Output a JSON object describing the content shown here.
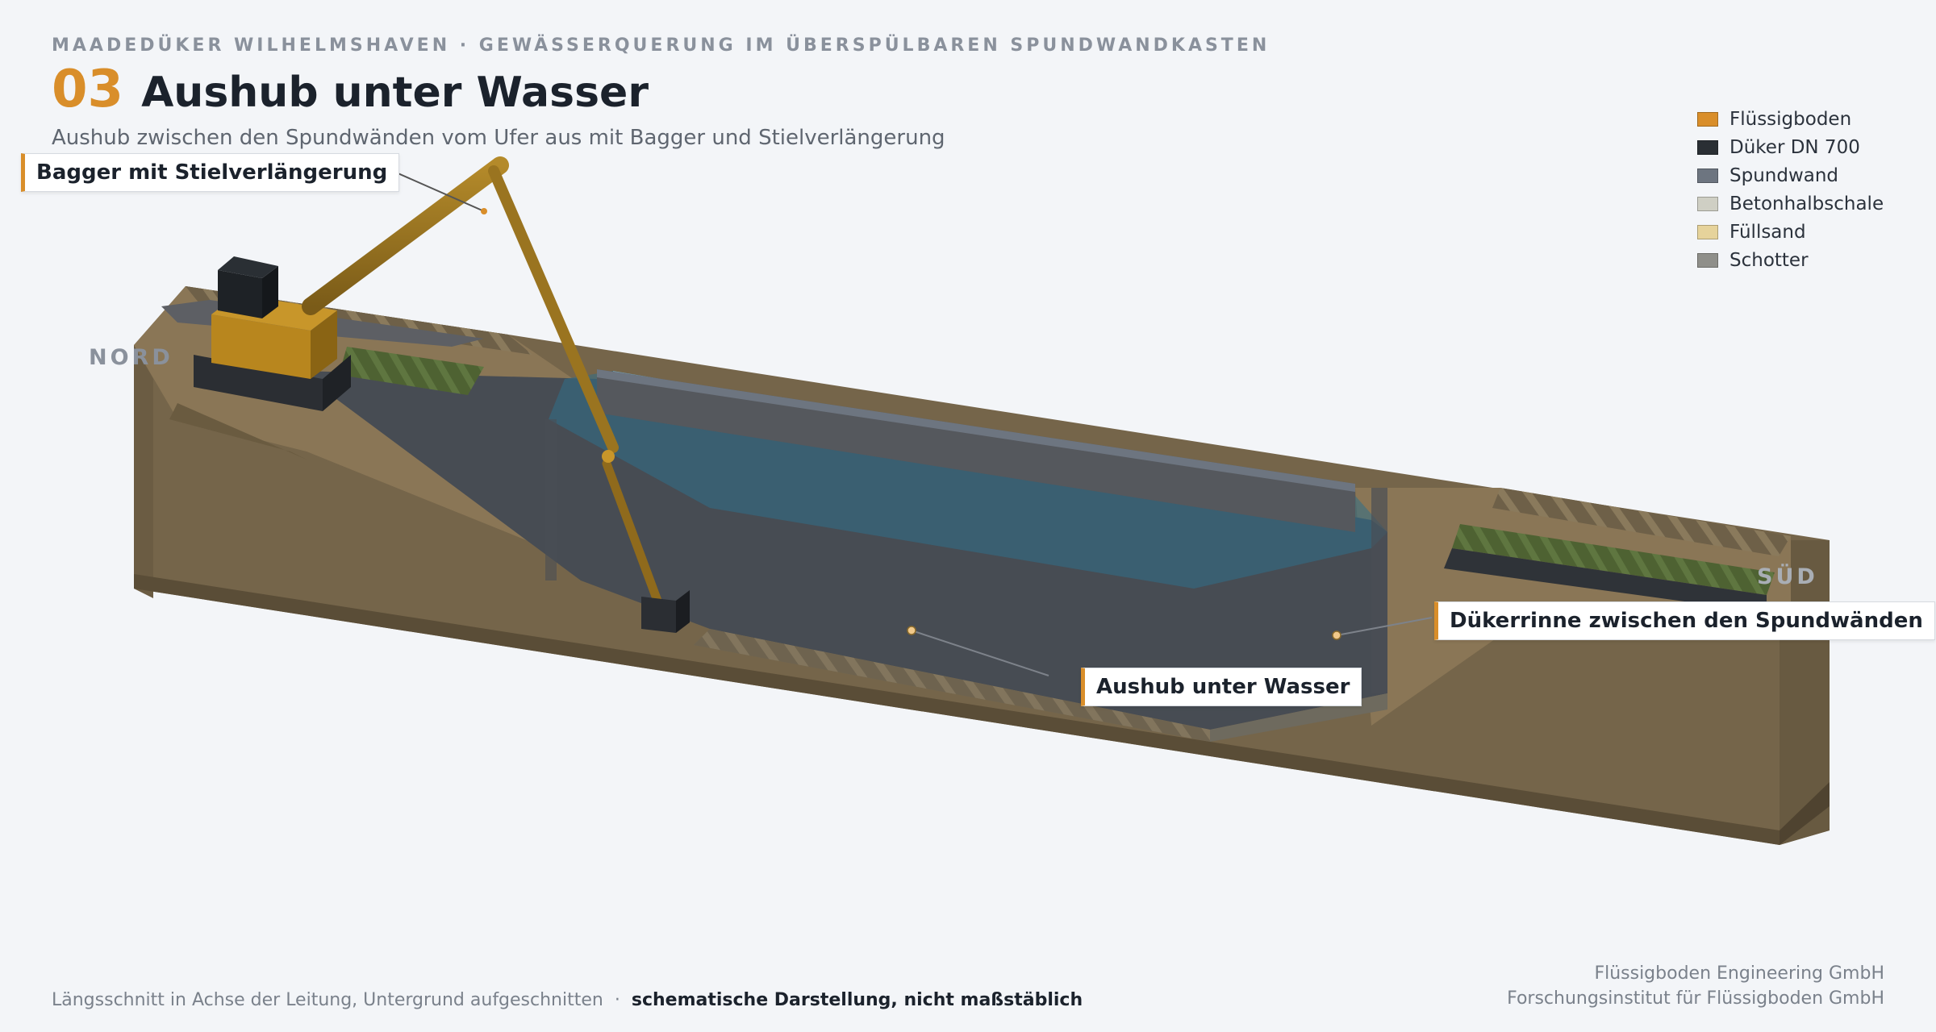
{
  "header": {
    "kicker": "MAADEDÜKER WILHELMSHAVEN  ·  GEWÄSSERQUERUNG IM ÜBERSPÜLBAREN SPUNDWANDKASTEN",
    "step_number": "03",
    "title": "Aushub unter Wasser",
    "subtitle": "Aushub zwischen den Spundwänden vom Ufer aus mit Bagger und Stielverlängerung"
  },
  "legend": {
    "items": [
      {
        "label": "Flüssigboden",
        "color": "#d98e2a"
      },
      {
        "label": "Düker DN 700",
        "color": "#2a2f34"
      },
      {
        "label": "Spundwand",
        "color": "#6d7580"
      },
      {
        "label": "Betonhalbschale",
        "color": "#cfcfc4"
      },
      {
        "label": "Füllsand",
        "color": "#e6d39b"
      },
      {
        "label": "Schotter",
        "color": "#8f8f8a"
      }
    ]
  },
  "callouts": {
    "excavator": "Bagger mit Stielverlängerung",
    "excavation": "Aushub unter Wasser",
    "trench": "Dükerrinne zwischen den Spundwänden"
  },
  "directions": {
    "north": "NORD",
    "south": "SÜD"
  },
  "footer": {
    "note": "Längsschnitt in Achse der Leitung, Untergrund aufgeschnitten",
    "separator": "·",
    "emphasis": "schematische Darstellung, nicht maßstäblich",
    "company_1": "Flüssigboden Engineering GmbH",
    "company_2": "Forschungsinstitut für Flüssigboden GmbH"
  }
}
